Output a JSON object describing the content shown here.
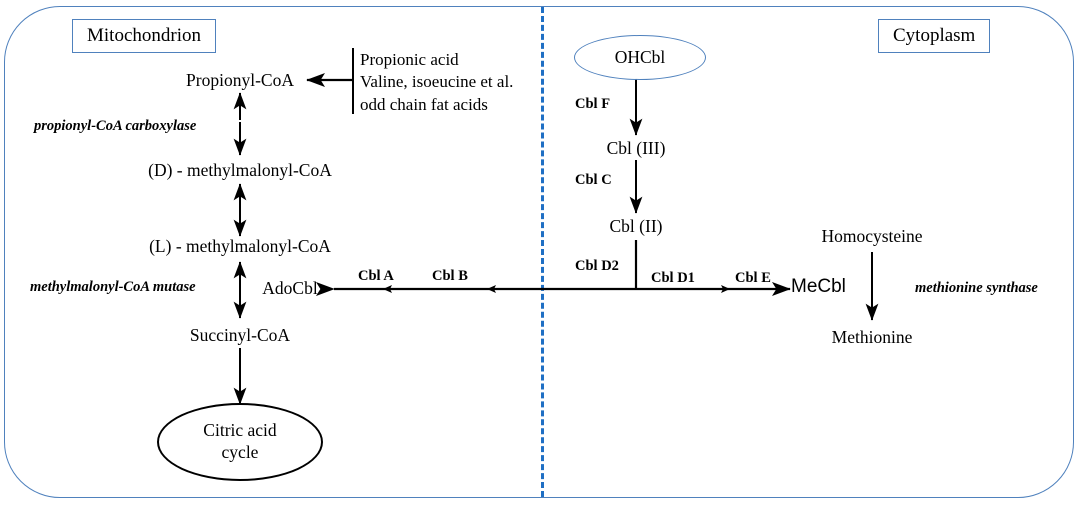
{
  "figure": {
    "type": "biochemical-pathway-diagram",
    "colors": {
      "cell_boundary": "#4f81bd",
      "membrane_divider": "#1f6fc4",
      "compartment_box_border": "#4f81bd",
      "arrow": "#000000",
      "text": "#000000"
    }
  },
  "compartments": {
    "left": {
      "label": "Mitochondrion"
    },
    "right": {
      "label": "Cytoplasm"
    }
  },
  "mitochondrion": {
    "nodes": {
      "propionyl_coa": "Propionyl-CoA",
      "d_methylmalonyl_coa": "(D) - methylmalonyl-CoA",
      "l_methylmalonyl_coa": "(L) - methylmalonyl-CoA",
      "succinyl_coa": "Succinyl-CoA",
      "adocbl": "AdoCbl",
      "citric_acid_cycle": "Citric acid\ncycle"
    },
    "enzymes": {
      "propionyl_coa_carboxylase": "propionyl-CoA carboxylase",
      "methylmalonyl_coa_mutase": "methylmalonyl-CoA mutase"
    },
    "substrates": {
      "line1": "Propionic acid",
      "line2": "Valine, isoeucine et al.",
      "line3": "odd chain fat acids"
    }
  },
  "cytoplasm": {
    "nodes": {
      "ohcbl": "OHCbl",
      "cbl_iii": "Cbl (III)",
      "cbl_ii": "Cbl (II)",
      "mecbl": "MeCbl",
      "homocysteine": "Homocysteine",
      "methionine": "Methionine"
    },
    "enzymes": {
      "methionine_synthase": "methionine synthase"
    }
  },
  "cbl_steps": {
    "f": "Cbl F",
    "c": "Cbl C",
    "d2": "Cbl D2",
    "d1": "Cbl D1",
    "a": "Cbl A",
    "b": "Cbl B",
    "e": "Cbl E"
  }
}
